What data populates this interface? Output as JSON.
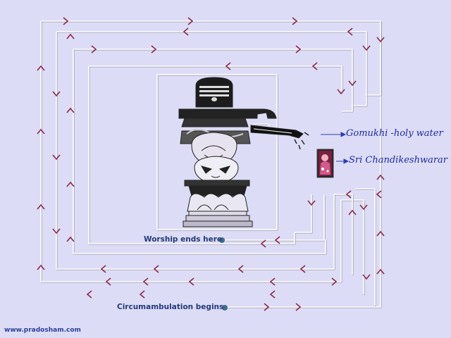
{
  "labels": {
    "gomukhi": "Gomukhi -holy water",
    "chandikeshwarar": "Sri Chandikeshwarar",
    "worship_ends": "Worship ends here",
    "circumambulation_begins": "Circumambulation begins",
    "website": "www.pradosham.com"
  },
  "colors": {
    "background": "#dcdcf6",
    "path_line": "#ffffff",
    "arrow": "#8a2a4a",
    "label_blue": "#1c2aa0",
    "marker": "#3e6d8f"
  },
  "icons": {
    "shiva_lingam": "lingam-illustration",
    "chandikeshwarar": "deity-image",
    "marker": "dot-marker"
  }
}
